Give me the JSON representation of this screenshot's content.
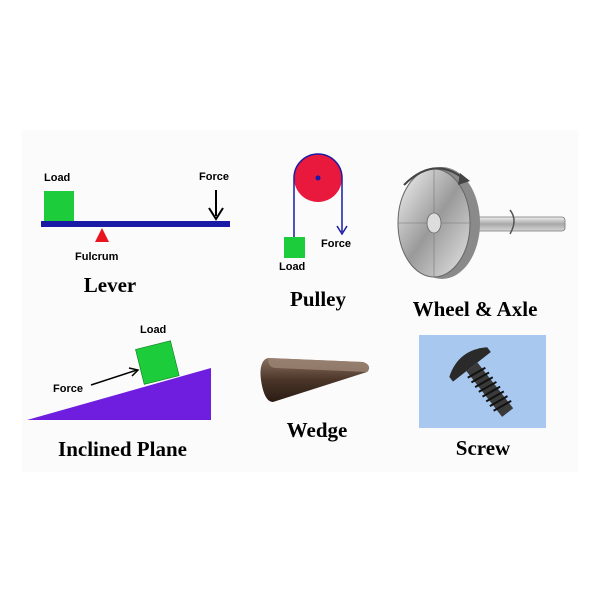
{
  "machines": {
    "lever": {
      "title": "Lever",
      "load": "Load",
      "force": "Force",
      "fulcrum": "Fulcrum"
    },
    "pulley": {
      "title": "Pulley",
      "load": "Load",
      "force": "Force"
    },
    "wheel": {
      "title": "Wheel & Axle"
    },
    "incline": {
      "title": "Inclined Plane",
      "load": "Load",
      "force": "Force"
    },
    "wedge": {
      "title": "Wedge"
    },
    "screw": {
      "title": "Screw"
    }
  },
  "colors": {
    "beam": "#1a1aa6",
    "load": "#1ccc3a",
    "fulcrum": "#e8141e",
    "pulley_wheel": "#e8193c",
    "incline": "#6f1ee0",
    "screw_bg": "#a8c8f0"
  },
  "icons": [
    "lever-diagram",
    "pulley-diagram",
    "wheel-axle-illustration",
    "inclined-plane-diagram",
    "wedge-illustration",
    "screw-illustration"
  ]
}
